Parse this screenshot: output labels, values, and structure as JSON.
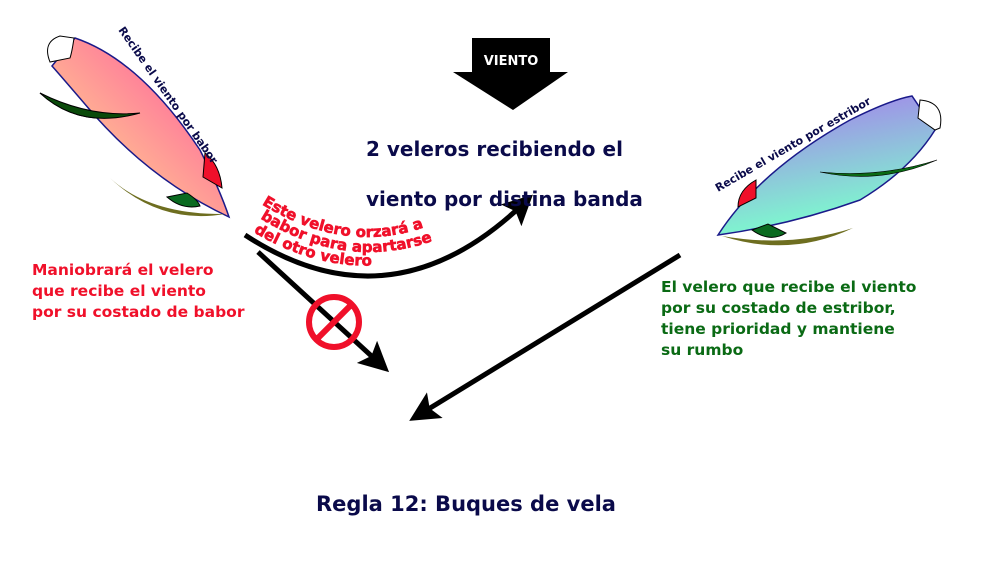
{
  "wind_label": "VIENTO",
  "title_lines": [
    "2 veleros recibiendo el",
    "viento por distina banda"
  ],
  "left_boat": {
    "label": "Recibe el viento por babor",
    "hull_colors": [
      "#ff7a9a",
      "#ffcc90"
    ]
  },
  "right_boat": {
    "label": "Recibe el viento por estribor",
    "hull_colors": [
      "#a090e8",
      "#80f0d0"
    ]
  },
  "maneuver_text": "Este velero orzará a babor para apartarse del otro velero",
  "maneuver_lines": [
    "Este velero orzará a",
    "babor para apartarse",
    "del otro velero"
  ],
  "left_note": "Maniobrará el velero\nque recibe el viento\npor su costado de babor",
  "right_note": "El velero que recibe el viento\npor su costado de estribor,\ntiene prioridad y mantiene\nsu rumbo",
  "footer": "Regla 12: Buques de vela",
  "colors": {
    "red": "#f0102a",
    "green": "#0a6a14",
    "navy": "#0a0a4a",
    "sail_green": "#0a4a0a",
    "olive": "#6e6e20"
  }
}
